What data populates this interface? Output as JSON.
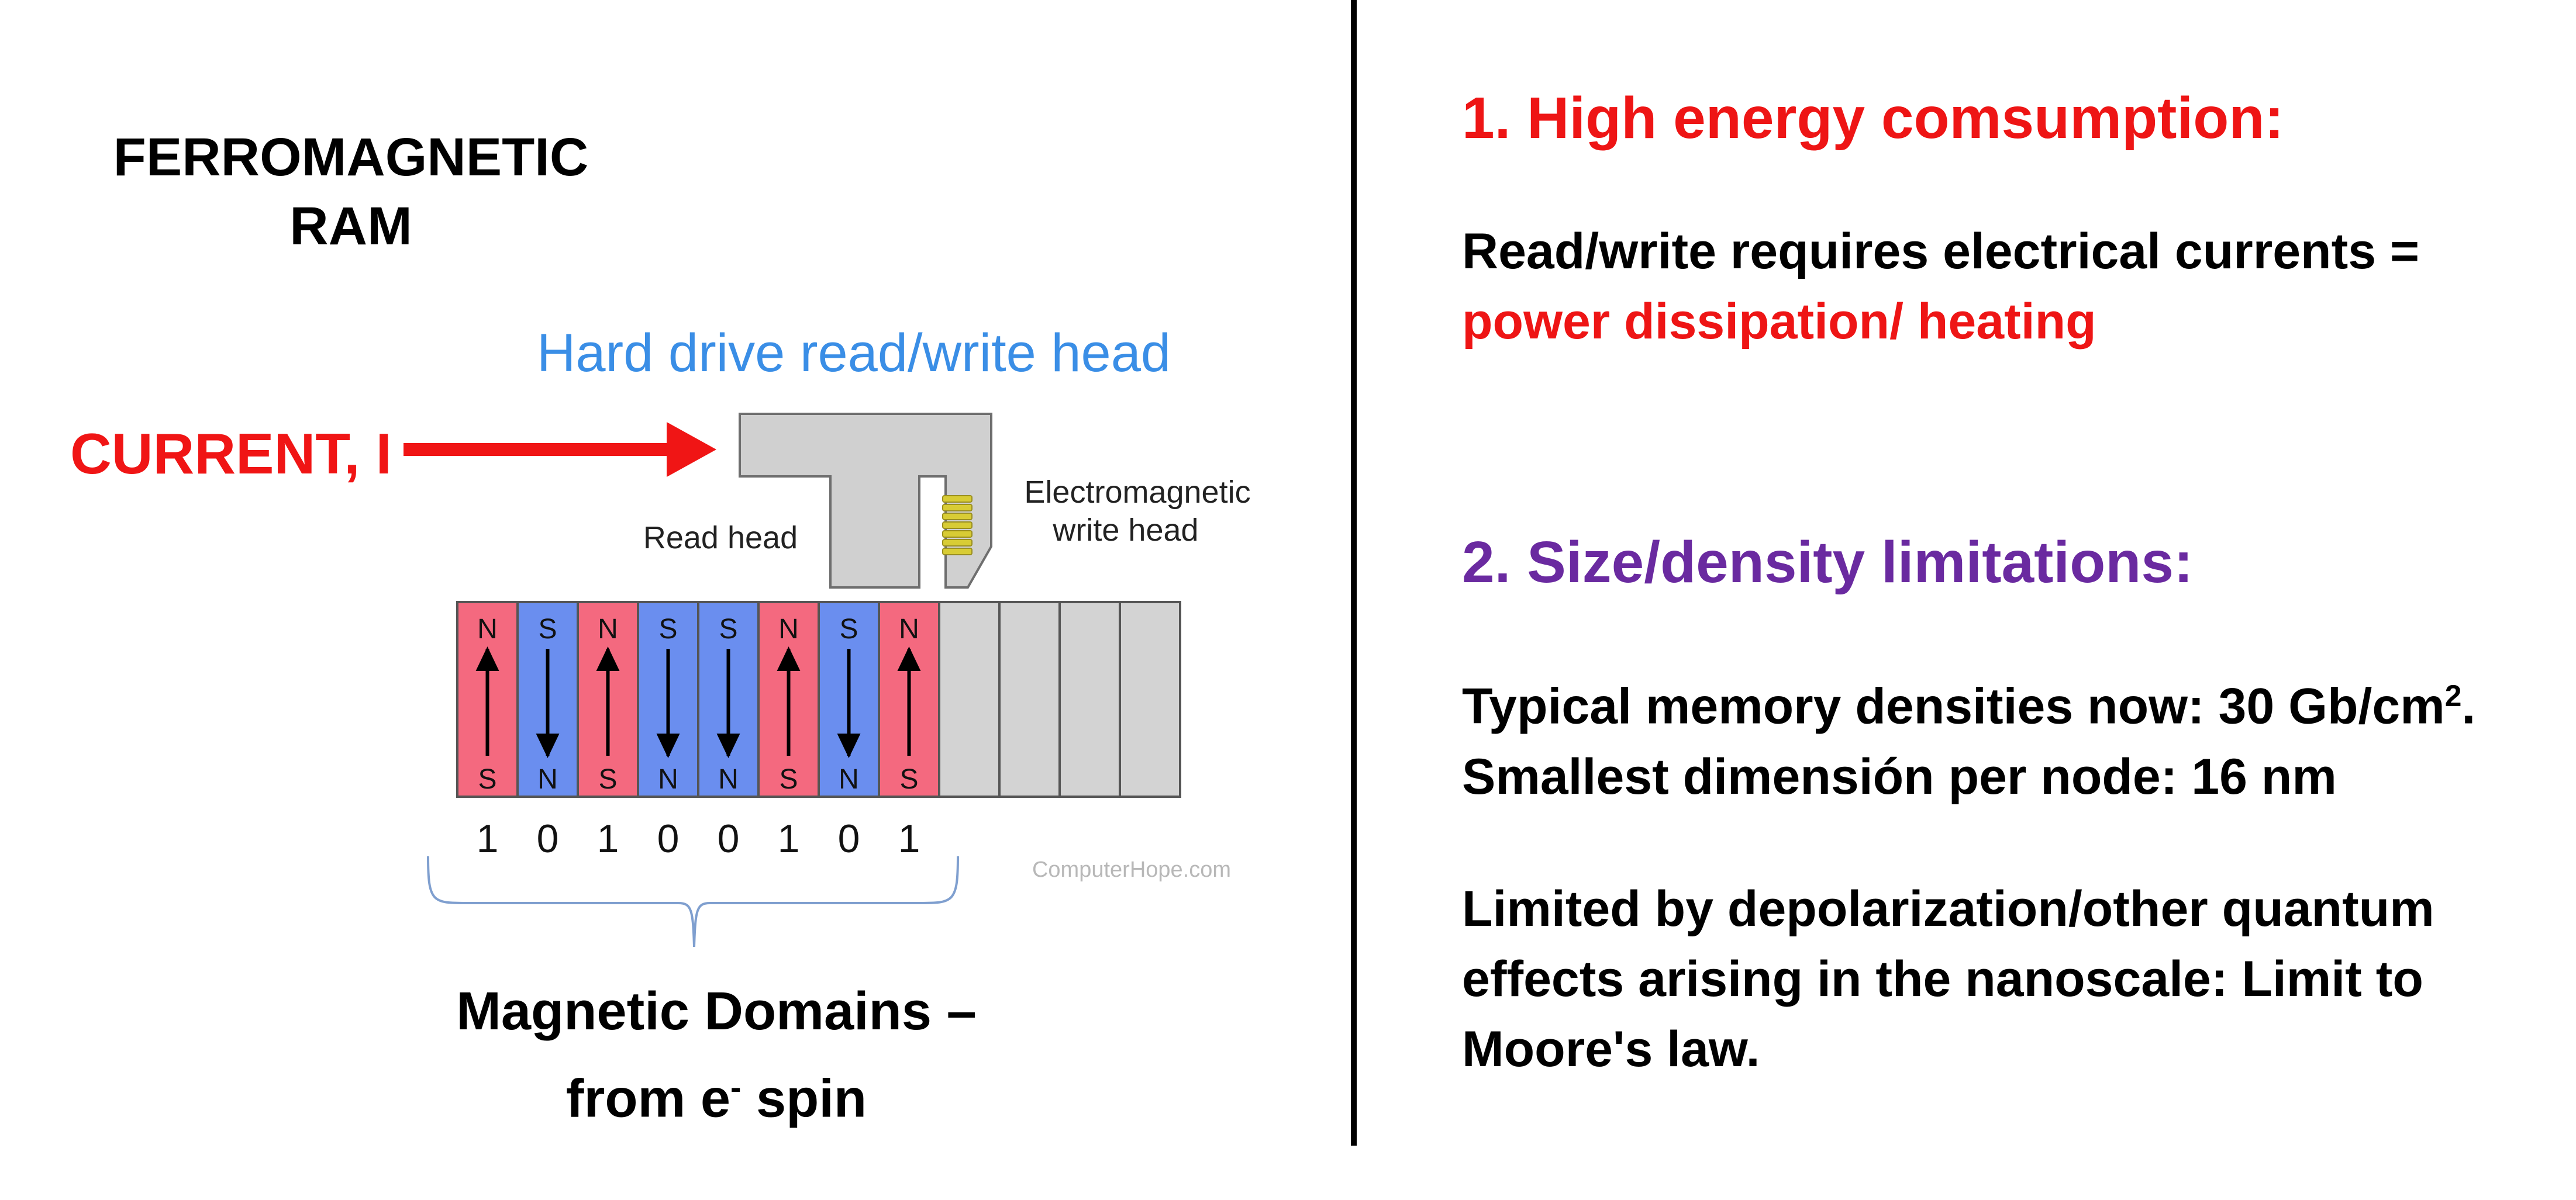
{
  "left": {
    "title_line1": "FERROMAGNETIC",
    "title_line2": "RAM",
    "current_label": "CURRENT, I",
    "caption_line1": "Magnetic Domains –",
    "caption_line2_pre": "from e",
    "caption_line2_sup": "-",
    "caption_line2_post": " spin"
  },
  "diagram": {
    "title": "Hard drive read/write head",
    "read_head_label": "Read head",
    "write_head_label_line1": "Electromagnetic",
    "write_head_label_line2": "write head",
    "watermark": "ComputerHope.com",
    "domains": [
      {
        "top": "N",
        "bottom": "S",
        "direction": "up",
        "bit": "1"
      },
      {
        "top": "S",
        "bottom": "N",
        "direction": "down",
        "bit": "0"
      },
      {
        "top": "N",
        "bottom": "S",
        "direction": "up",
        "bit": "1"
      },
      {
        "top": "S",
        "bottom": "N",
        "direction": "down",
        "bit": "0"
      },
      {
        "top": "S",
        "bottom": "N",
        "direction": "down",
        "bit": "0"
      },
      {
        "top": "N",
        "bottom": "S",
        "direction": "up",
        "bit": "1"
      },
      {
        "top": "S",
        "bottom": "N",
        "direction": "down",
        "bit": "0"
      },
      {
        "top": "N",
        "bottom": "S",
        "direction": "up",
        "bit": "1"
      }
    ],
    "empty_cells": 4,
    "colors": {
      "up": "#f4697f",
      "down": "#6a8eef",
      "empty": "#d3d3d3",
      "head": "#d0d0d0",
      "coil": "#d8cc35",
      "title": "#3a8ee6",
      "arrow": "#f01515",
      "brace": "#7f9fcf"
    }
  },
  "right": {
    "heading1": "1.  High energy comsumption:",
    "p1_line1": "Read/write requires electrical currents =",
    "p1_line2": "power dissipation/ heating",
    "heading2": "2.  Size/density limitations:",
    "p2_line1_pre": "Typical memory densities now: 30 Gb/cm",
    "p2_line1_sup": "2",
    "p2_line1_post": ".",
    "p2_line2": "Smallest dimensión per node: 16 nm",
    "p3_line1": "Limited by depolarization/other quantum",
    "p3_line2": "effects arising in the nanoscale: Limit to",
    "p3_line3": "Moore's law."
  }
}
